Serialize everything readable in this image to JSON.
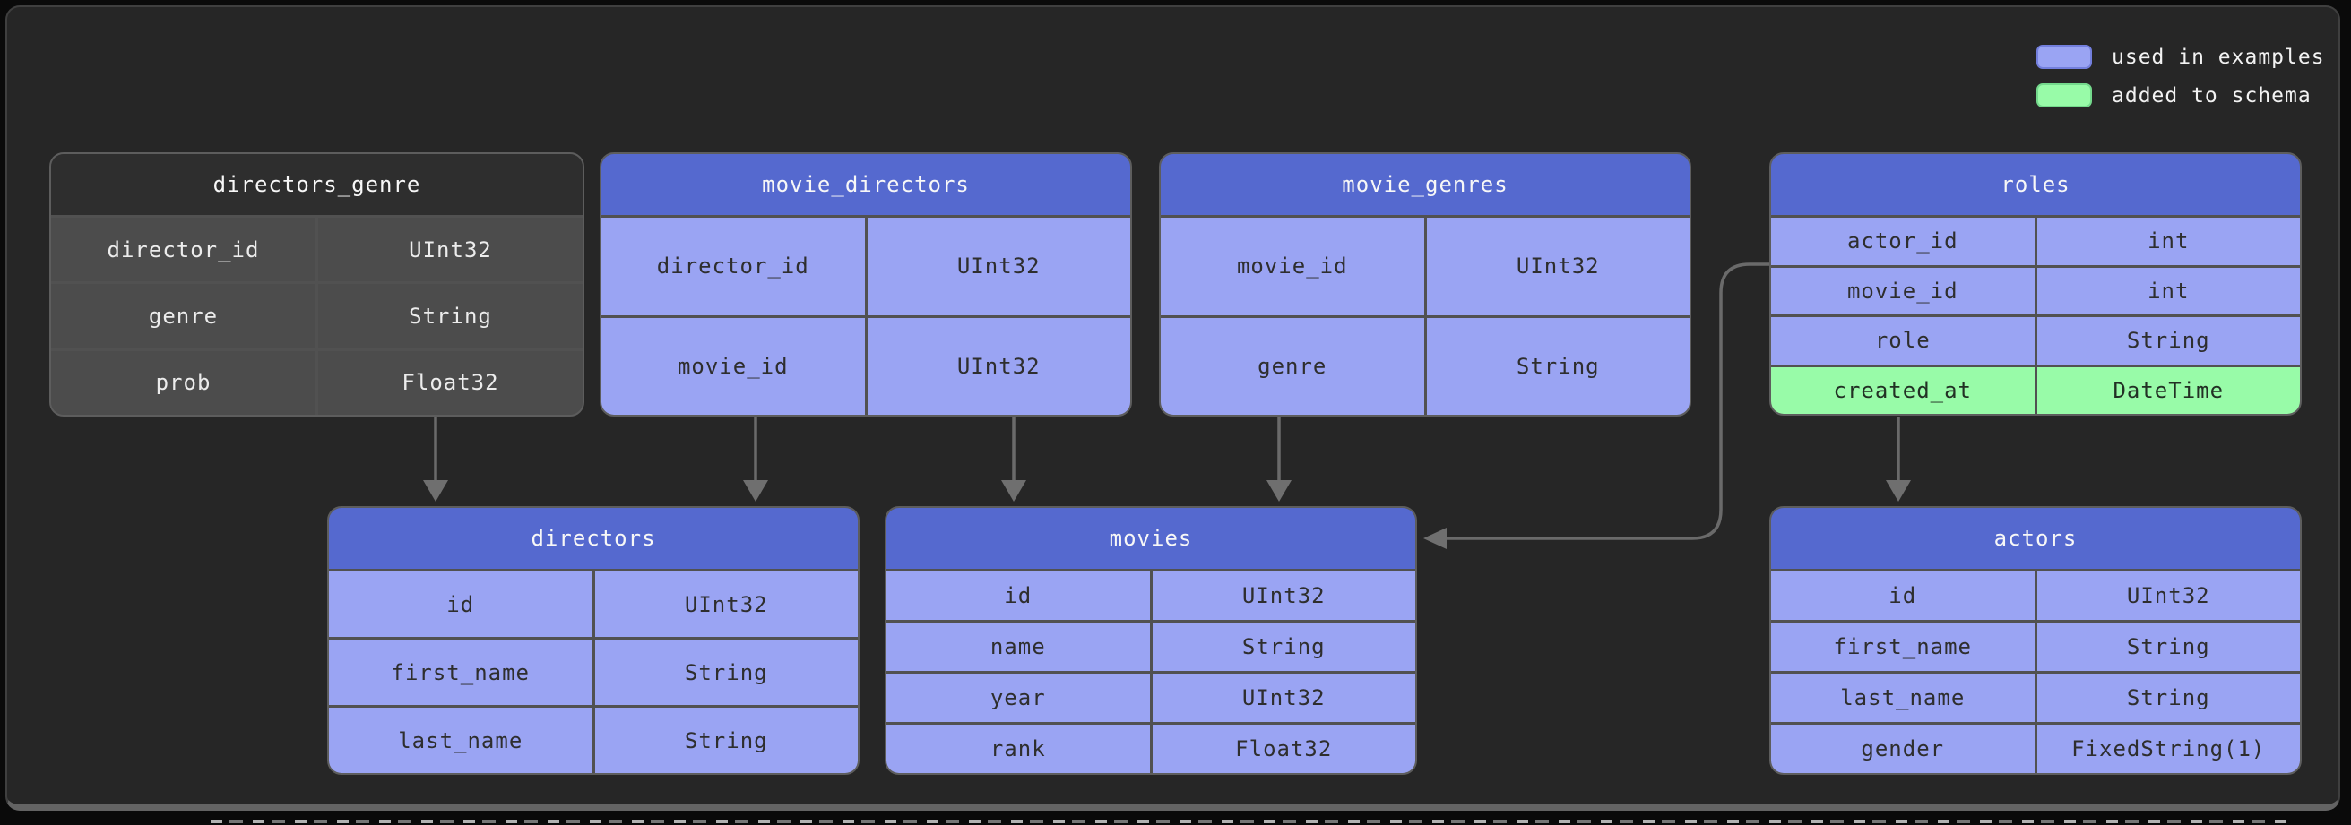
{
  "legend": {
    "items": [
      {
        "id": "used",
        "label": "used in examples",
        "color": "#9aa4f3",
        "border": "#737fdd"
      },
      {
        "id": "added",
        "label": "added to schema",
        "color": "#98fba8",
        "border": "#74d98c"
      }
    ]
  },
  "tables": [
    {
      "id": "directors_genre",
      "title": "directors_genre",
      "style": "plain",
      "columns": [
        {
          "name": "director_id",
          "type": "UInt32",
          "highlight": null
        },
        {
          "name": "genre",
          "type": "String",
          "highlight": null
        },
        {
          "name": "prob",
          "type": "Float32",
          "highlight": null
        }
      ]
    },
    {
      "id": "movie_directors",
      "title": "movie_directors",
      "style": "blue",
      "columns": [
        {
          "name": "director_id",
          "type": "UInt32",
          "highlight": null
        },
        {
          "name": "movie_id",
          "type": "UInt32",
          "highlight": null
        }
      ]
    },
    {
      "id": "movie_genres",
      "title": "movie_genres",
      "style": "blue",
      "columns": [
        {
          "name": "movie_id",
          "type": "UInt32",
          "highlight": null
        },
        {
          "name": "genre",
          "type": "String",
          "highlight": null
        }
      ]
    },
    {
      "id": "roles",
      "title": "roles",
      "style": "blue",
      "columns": [
        {
          "name": "actor_id",
          "type": "int",
          "highlight": null
        },
        {
          "name": "movie_id",
          "type": "int",
          "highlight": null
        },
        {
          "name": "role",
          "type": "String",
          "highlight": null
        },
        {
          "name": "created_at",
          "type": "DateTime",
          "highlight": "added"
        }
      ]
    },
    {
      "id": "directors",
      "title": "directors",
      "style": "blue",
      "columns": [
        {
          "name": "id",
          "type": "UInt32",
          "highlight": null
        },
        {
          "name": "first_name",
          "type": "String",
          "highlight": null
        },
        {
          "name": "last_name",
          "type": "String",
          "highlight": null
        }
      ]
    },
    {
      "id": "movies",
      "title": "movies",
      "style": "blue",
      "columns": [
        {
          "name": "id",
          "type": "UInt32",
          "highlight": null
        },
        {
          "name": "name",
          "type": "String",
          "highlight": null
        },
        {
          "name": "year",
          "type": "UInt32",
          "highlight": null
        },
        {
          "name": "rank",
          "type": "Float32",
          "highlight": null
        }
      ]
    },
    {
      "id": "actors",
      "title": "actors",
      "style": "blue",
      "columns": [
        {
          "name": "id",
          "type": "UInt32",
          "highlight": null
        },
        {
          "name": "first_name",
          "type": "String",
          "highlight": null
        },
        {
          "name": "last_name",
          "type": "String",
          "highlight": null
        },
        {
          "name": "gender",
          "type": "FixedString(1)",
          "highlight": null
        }
      ]
    },
    {
      "id": "_",
      "title": "",
      "style": "",
      "columns": []
    }
  ],
  "relations": [
    {
      "from": "directors_genre",
      "to": "directors"
    },
    {
      "from": "movie_directors",
      "to": "directors"
    },
    {
      "from": "movie_directors",
      "to": "movies"
    },
    {
      "from": "movie_genres",
      "to": "movies"
    },
    {
      "from": "roles",
      "to": "movies"
    },
    {
      "from": "roles",
      "to": "actors"
    }
  ],
  "colors": {
    "canvas_background": "#262626",
    "header_blue": "#5569cf",
    "row_lavender": "#9aa4f3",
    "row_green": "#98fba8",
    "plain_header": "#2e2e2e",
    "plain_row": "#4c4c4c",
    "wire_gray": "#6a6a6a"
  }
}
